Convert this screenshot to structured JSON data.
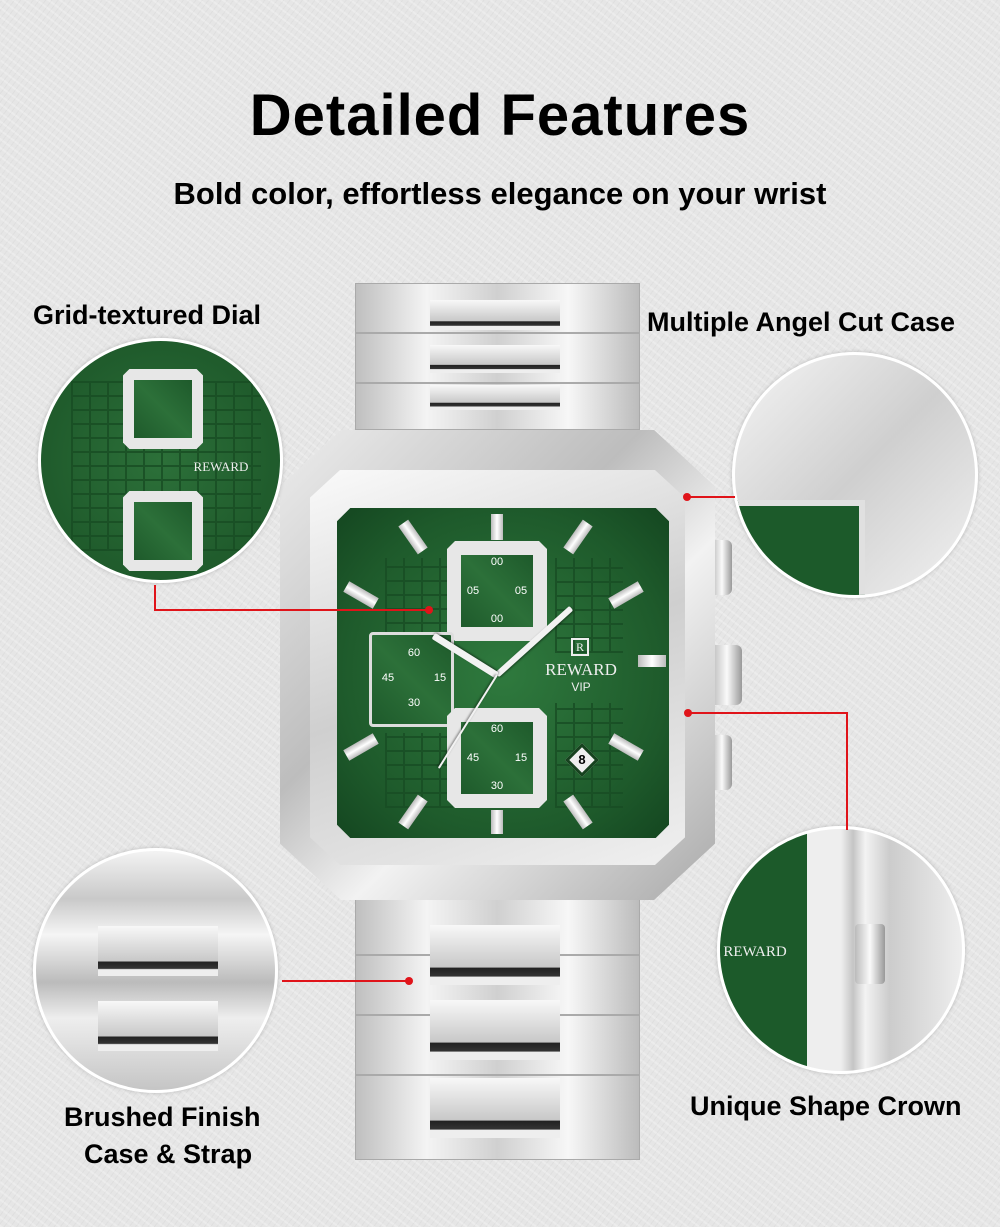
{
  "header": {
    "title": "Detailed Features",
    "subtitle": "Bold color, effortless elegance on your wrist"
  },
  "callouts": {
    "dial": "Grid-textured Dial",
    "case": "Multiple Angel Cut Case",
    "finish_line1": "Brushed Finish",
    "finish_line2": "Case & Strap",
    "crown": "Unique Shape Crown"
  },
  "watch": {
    "brand": "REWARD",
    "model": "VIP",
    "logo_letter": "R",
    "dial_color": "#1f5c2c",
    "accent_color": "#e0141a",
    "subdial_top": [
      "00",
      "05",
      "05",
      "00"
    ],
    "subdial_left": [
      "60",
      "45",
      "15",
      "30"
    ],
    "subdial_bottom": [
      "60",
      "45",
      "15",
      "30"
    ],
    "date": "8"
  }
}
